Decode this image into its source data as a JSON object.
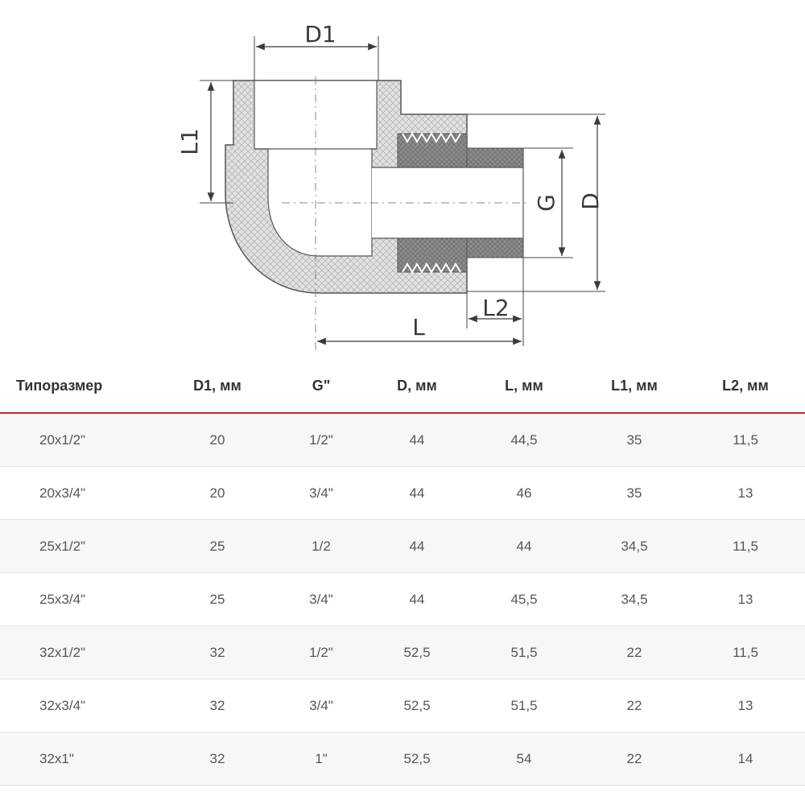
{
  "drawing": {
    "labels": {
      "d1": "D1",
      "l1": "L1",
      "g": "G",
      "d": "D",
      "l2": "L2",
      "l": "L"
    }
  },
  "table": {
    "accent_color": "#c5262c",
    "headers": [
      "Типоразмер",
      "D1, мм",
      "G\"",
      "D, мм",
      "L, мм",
      "L1, мм",
      "L2, мм"
    ],
    "rows": [
      [
        "20x1/2\"",
        "20",
        "1/2\"",
        "44",
        "44,5",
        "35",
        "11,5"
      ],
      [
        "20x3/4\"",
        "20",
        "3/4\"",
        "44",
        "46",
        "35",
        "13"
      ],
      [
        "25x1/2\"",
        "25",
        "1/2",
        "44",
        "44",
        "34,5",
        "11,5"
      ],
      [
        "25x3/4\"",
        "25",
        "3/4\"",
        "44",
        "45,5",
        "34,5",
        "13"
      ],
      [
        "32x1/2\"",
        "32",
        "1/2\"",
        "52,5",
        "51,5",
        "22",
        "11,5"
      ],
      [
        "32x3/4\"",
        "32",
        "3/4\"",
        "52,5",
        "51,5",
        "22",
        "13"
      ],
      [
        "32x1\"",
        "32",
        "1\"",
        "52,5",
        "54",
        "22",
        "14"
      ]
    ]
  }
}
